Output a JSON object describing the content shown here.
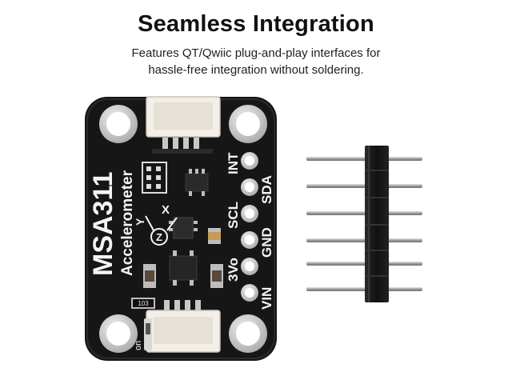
{
  "headline": "Seamless Integration",
  "subheadline": {
    "line1": "Features QT/Qwiic plug-and-play interfaces for",
    "line2": "hassle-free integration without soldering."
  },
  "board": {
    "name": "MSA311",
    "type": "Accelerometer",
    "pin_labels": [
      "INT",
      "SDA",
      "SCL",
      "GND",
      "3Vo",
      "VIN"
    ],
    "axis_x": "X",
    "axis_y": "Y",
    "axis_z": "Z",
    "resistor_code": "103",
    "switch_label": "on"
  },
  "colors": {
    "pcb": "#161616",
    "connector": "#f3efe6",
    "pad": "#d9d9d9",
    "silkscreen": "#f4f4f4",
    "pin_metal": "#b0b0b0",
    "header_plastic": "#1a1a1a"
  }
}
